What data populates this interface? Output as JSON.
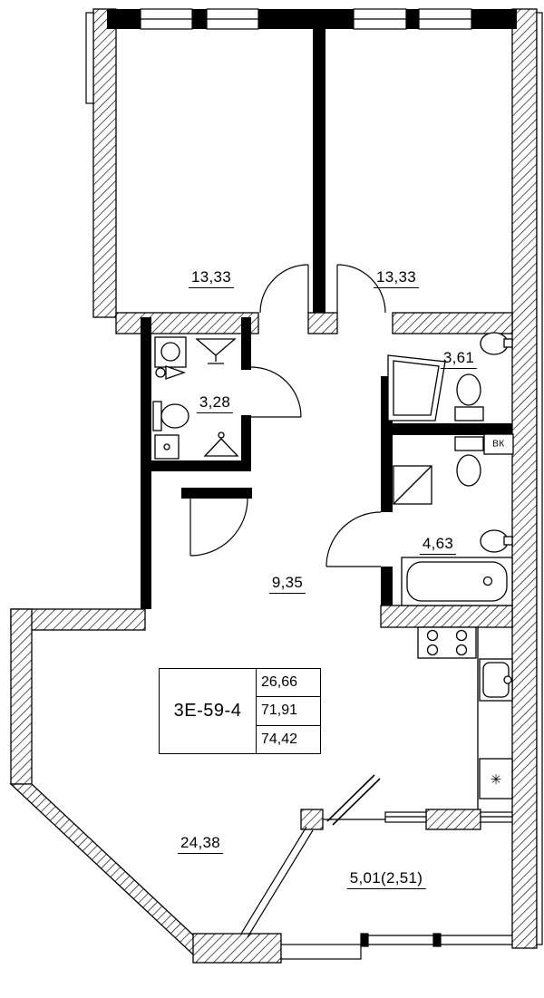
{
  "plan": {
    "rooms": [
      {
        "name": "bedroom-1",
        "area": "13,33"
      },
      {
        "name": "bedroom-2",
        "area": "13,33"
      },
      {
        "name": "storeroom",
        "area": "3,28"
      },
      {
        "name": "bathroom-top",
        "area": "3,61"
      },
      {
        "name": "bathroom",
        "area": "4,63"
      },
      {
        "name": "hallway",
        "area": "9,35"
      },
      {
        "name": "living-room",
        "area": "24,38"
      },
      {
        "name": "balcony",
        "area": "5,01(2,51)"
      }
    ],
    "title_block": {
      "unit": "3Е-59-4",
      "rows": [
        "26,66",
        "71,91",
        "74,42"
      ]
    },
    "annotations": {
      "duct_label": "ВК",
      "fridge_symbol": "✳"
    },
    "colors": {
      "line": "#000000",
      "background": "#ffffff"
    }
  }
}
